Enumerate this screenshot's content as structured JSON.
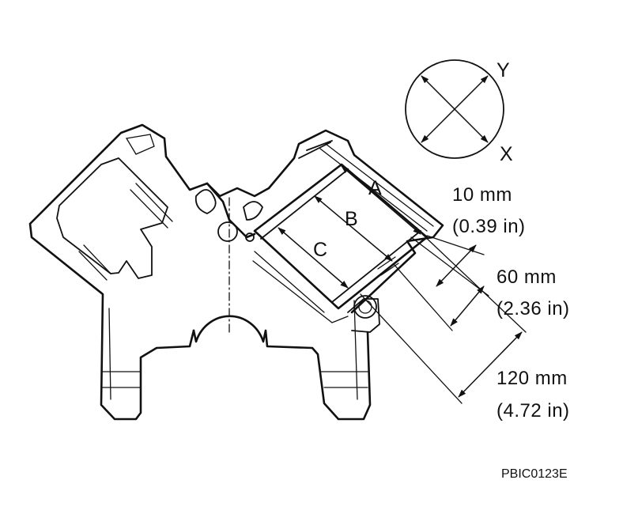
{
  "diagram": {
    "direction_labels": {
      "y": "Y",
      "x": "X"
    },
    "measure_points": {
      "a": "A",
      "b": "B",
      "c": "C"
    },
    "dimensions": [
      {
        "mm": "10 mm",
        "inch": "(0.39 in)"
      },
      {
        "mm": "60 mm",
        "inch": "(2.36 in)"
      },
      {
        "mm": "120 mm",
        "inch": "(4.72 in)"
      }
    ],
    "figure_code": "PBIC0123E"
  }
}
